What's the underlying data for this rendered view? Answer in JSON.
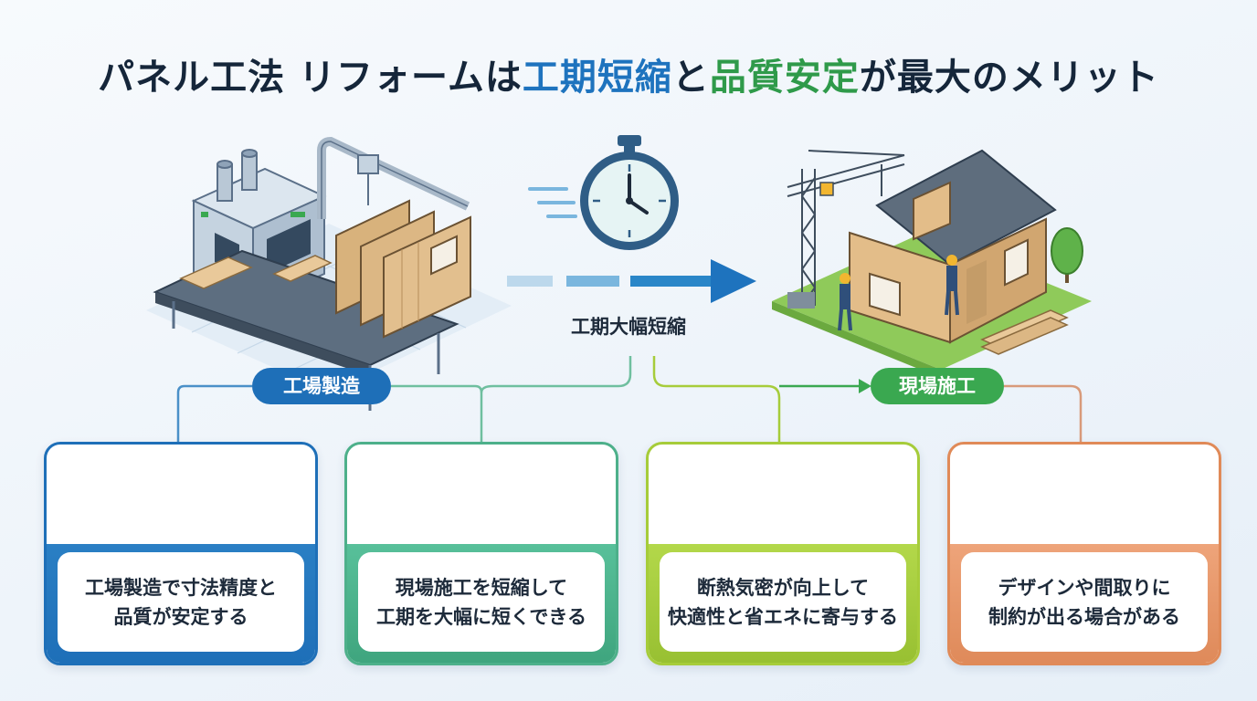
{
  "title": {
    "part1": "パネル工法 リフォームは",
    "part2": "工期短縮",
    "part3": "と",
    "part4": "品質安定",
    "part5": "が最大のメリット"
  },
  "center_label": "工期大幅短縮",
  "pills": {
    "factory": "工場製造",
    "site": "現場施工"
  },
  "cards": [
    {
      "line1": "工場製造で寸法精度と",
      "line2": "品質が安定する",
      "icon": "caliper-gear-check-icon"
    },
    {
      "line1": "現場施工を短縮して",
      "line2": "工期を大幅に短くできる",
      "icon": "calendar-speedometer-icon"
    },
    {
      "line1": "断熱気密が向上して",
      "line2": "快適性と省エネに寄与する",
      "icon": "house-thermometer-leaf-icon"
    },
    {
      "line1": "デザインや間取りに",
      "line2": "制約が出る場合がある",
      "icon": "floorplan-puzzle-warning-icon"
    }
  ],
  "colors": {
    "blue": "#1e73be",
    "green": "#2f9a4a",
    "teal": "#4db08a",
    "lime": "#a6cc3a",
    "orange": "#e08a58"
  }
}
